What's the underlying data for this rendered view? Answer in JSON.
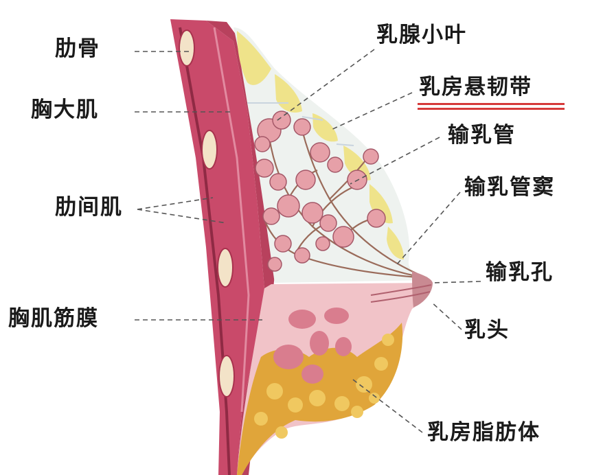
{
  "labels": {
    "rib": "肋骨",
    "pectoralis_major": "胸大肌",
    "intercostal_muscle": "肋间肌",
    "pectoral_fascia": "胸肌筋膜",
    "lobule": "乳腺小叶",
    "suspensory_ligament": "乳房悬韧带",
    "lactiferous_duct": "输乳管",
    "lactiferous_sinus": "输乳管窦",
    "duct_opening": "输乳孔",
    "nipple": "乳头",
    "fat_body": "乳房脂肪体"
  },
  "colors": {
    "text": "#1a1a1a",
    "underline": "#d63a3a",
    "muscle": "#c94a6a",
    "muscle_dark": "#a8324e",
    "rib": "#f3e3c8",
    "gland_bg": "#eef2ef",
    "lobule": "#e6a0a8",
    "fat_yellow": "#efe38a",
    "fat_orange": "#e0a53a",
    "lower_tissue": "#f1c3c8",
    "leader": "#555555"
  }
}
